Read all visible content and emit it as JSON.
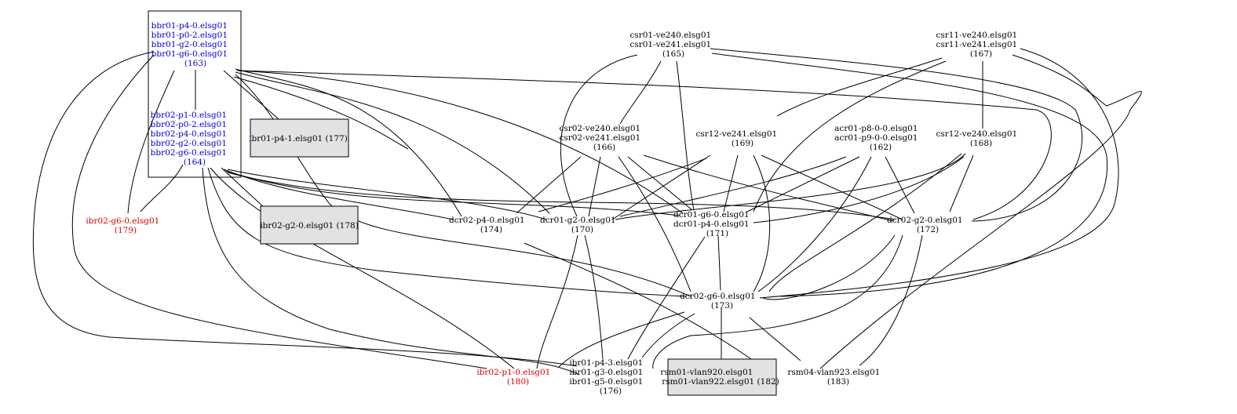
{
  "colors": {
    "background": "#ffffff",
    "edge": "#000000",
    "text_default": "#000000",
    "text_blue": "#0000cc",
    "text_red": "#dd0000",
    "box_fill": "#e2e2e2"
  },
  "nodes": {
    "n163": {
      "lines": [
        "bbr01-p4-0.elsg01",
        "bbr01-p0-2.elsg01",
        "bbr01-g2-0.elsg01",
        "bbr01-g6-0.elsg01",
        "(163)"
      ],
      "color": "blue"
    },
    "n164": {
      "lines": [
        "bbr02-p1-0.elsg01",
        "bbr02-p0-2.elsg01",
        "bbr02-p4-0.elsg01",
        "bbr02-g2-0.elsg01",
        "bbr02-g6-0.elsg01",
        "(164)"
      ],
      "color": "blue"
    },
    "n177": {
      "lines": [
        "ibr01-p4-1.elsg01 (177)"
      ],
      "color": "default"
    },
    "n178": {
      "lines": [
        "ibr02-g2-0.elsg01 (178)"
      ],
      "color": "default"
    },
    "n179": {
      "lines": [
        "ibr02-g6-0.elsg01",
        "(179)"
      ],
      "color": "red"
    },
    "n180": {
      "lines": [
        "ibr02-p1-0.elsg01",
        "(180)"
      ],
      "color": "red"
    },
    "n165": {
      "lines": [
        "csr01-ve240.elsg01",
        "csr01-ve241.elsg01",
        "(165)"
      ],
      "color": "default"
    },
    "n167": {
      "lines": [
        "csr11-ve240.elsg01",
        "csr11-ve241.elsg01",
        "(167)"
      ],
      "color": "default"
    },
    "n166": {
      "lines": [
        "csr02-ve240.elsg01",
        "csr02-ve241.elsg01",
        "(166)"
      ],
      "color": "default"
    },
    "n169": {
      "lines": [
        "csr12-ve241.elsg01",
        "(169)"
      ],
      "color": "default"
    },
    "n162": {
      "lines": [
        "acr01-p8-0-0.elsg01",
        "acr01-p9-0-0.elsg01",
        "(162)"
      ],
      "color": "default"
    },
    "n168": {
      "lines": [
        "csr12-ve240.elsg01",
        "(168)"
      ],
      "color": "default"
    },
    "n174": {
      "lines": [
        "dcr02-p4-0.elsg01",
        "(174)"
      ],
      "color": "default"
    },
    "n170": {
      "lines": [
        "dcr01-g2-0.elsg01",
        "(170)"
      ],
      "color": "default"
    },
    "n171": {
      "lines": [
        "dcr01-g6-0.elsg01",
        "dcr01-p4-0.elsg01",
        "(171)"
      ],
      "color": "default"
    },
    "n172": {
      "lines": [
        "dcr02-g2-0.elsg01",
        "(172)"
      ],
      "color": "default"
    },
    "n173": {
      "lines": [
        "dcr02-g6-0.elsg01",
        "(173)"
      ],
      "color": "default"
    },
    "n176": {
      "lines": [
        "ibr01-p4-3.elsg01",
        "ibr01-g3-0.elsg01",
        "ibr01-g5-0.elsg01",
        "(176)"
      ],
      "color": "default"
    },
    "n182": {
      "lines": [
        "rsm01-vlan920.elsg01",
        "rsm01-vlan922.elsg01 (182)"
      ],
      "color": "default"
    },
    "n183": {
      "lines": [
        "rsm04-vlan923.elsg01",
        "(183)"
      ],
      "color": "default"
    }
  }
}
